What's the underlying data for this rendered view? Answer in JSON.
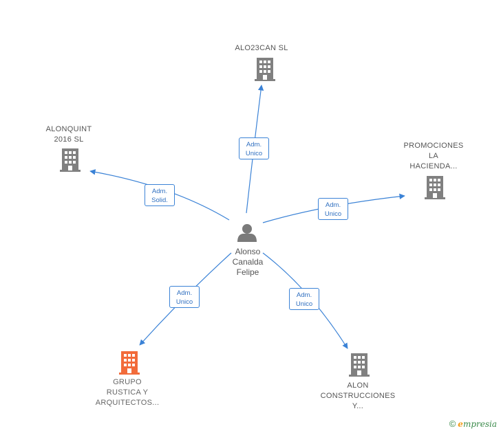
{
  "center": {
    "name_lines": [
      "Alonso",
      "Canalda",
      "Felipe"
    ]
  },
  "companies": [
    {
      "id": "alo23can",
      "lines": [
        "ALO23CAN  SL"
      ],
      "color": "#808080"
    },
    {
      "id": "alonquint",
      "lines": [
        "ALONQUINT",
        "2016  SL"
      ],
      "color": "#808080"
    },
    {
      "id": "promociones",
      "lines": [
        "PROMOCIONES",
        "LA",
        "HACIENDA..."
      ],
      "color": "#808080"
    },
    {
      "id": "grupo",
      "lines": [
        "GRUPO",
        "RUSTICA Y",
        "ARQUITECTOS..."
      ],
      "color": "#f26b3a"
    },
    {
      "id": "alon",
      "lines": [
        "ALON",
        "CONSTRUCCIONES",
        "Y..."
      ],
      "color": "#808080"
    }
  ],
  "relations": [
    {
      "to": "alo23can",
      "lines": [
        "Adm.",
        "Unico"
      ]
    },
    {
      "to": "alonquint",
      "lines": [
        "Adm.",
        "Solid."
      ]
    },
    {
      "to": "promociones",
      "lines": [
        "Adm.",
        "Unico"
      ]
    },
    {
      "to": "grupo",
      "lines": [
        "Adm.",
        "Unico"
      ]
    },
    {
      "to": "alon",
      "lines": [
        "Adm.",
        "Unico"
      ]
    }
  ],
  "colors": {
    "edge": "#3a82d6",
    "person": "#7a7a7a"
  },
  "footer": {
    "copyright": "©",
    "brand_first": "e",
    "brand_rest": "mpresia"
  }
}
